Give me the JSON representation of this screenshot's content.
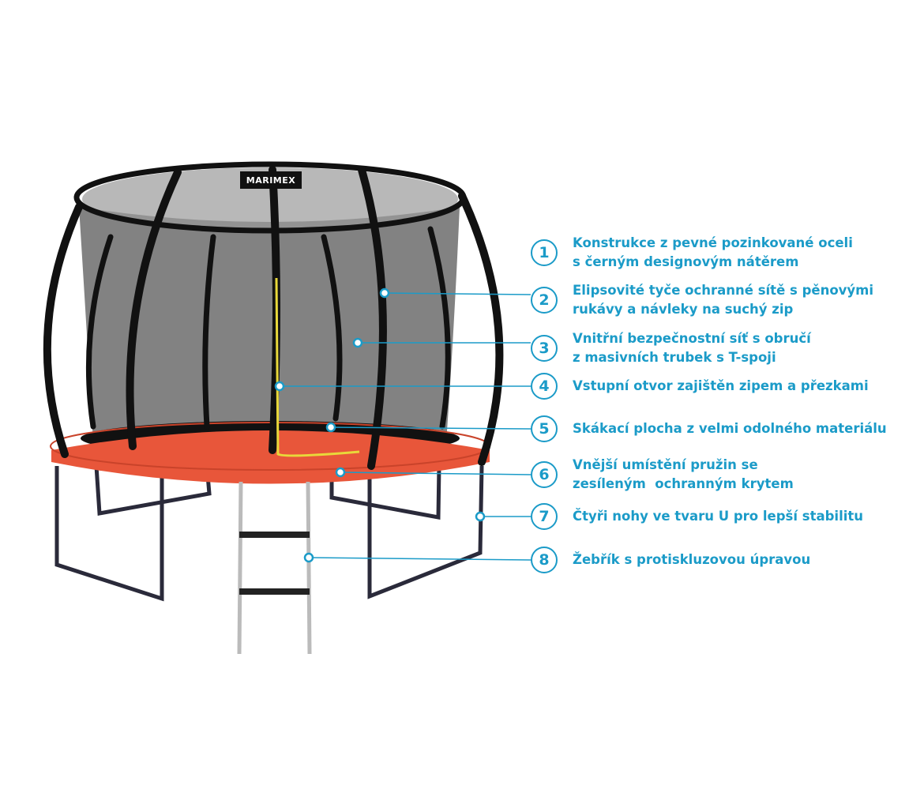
{
  "brand_label": "MARIMEX",
  "colors": {
    "accent": "#1b9bc8",
    "pad": "#e8563a",
    "frame": "#1a1a1a",
    "net": "#7a7a7a"
  },
  "callouts": [
    {
      "number": "1",
      "text": "Konstrukce z pevné pozinkované oceli\ns černým designovým nátěrem"
    },
    {
      "number": "2",
      "text": "Elipsovité tyče ochranné sítě s pěnovými\nrukávy a návleky na suchý zip"
    },
    {
      "number": "3",
      "text": "Vnitřní bezpečnostní síť s obručí\nz masivních trubek s T-spoji"
    },
    {
      "number": "4",
      "text": "Vstupní otvor zajištěn zipem a přezkami"
    },
    {
      "number": "5",
      "text": "Skákací plocha z velmi odolného materiálu"
    },
    {
      "number": "6",
      "text": "Vnější umístění pružin se\nzesíleným  ochranným krytem"
    },
    {
      "number": "7",
      "text": "Čtyři nohy ve tvaru U pro lepší stabilitu"
    },
    {
      "number": "8",
      "text": "Žebřík s protiskluzovou úpravou"
    }
  ]
}
